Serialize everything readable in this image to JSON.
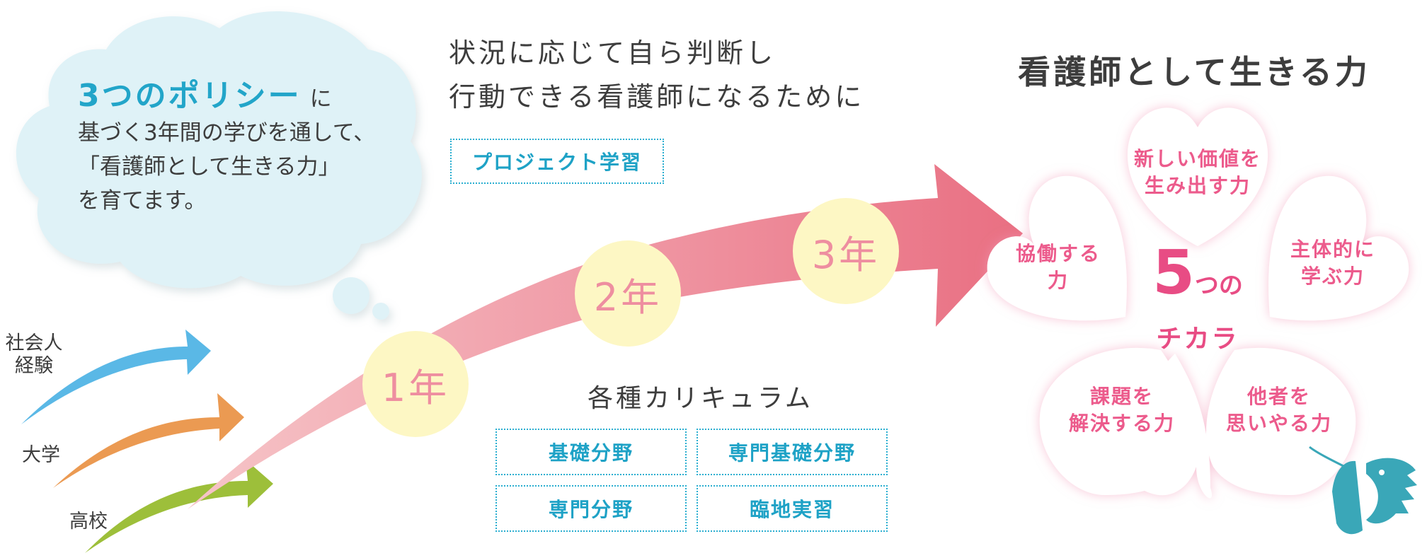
{
  "cloud": {
    "title": "3つのポリシー",
    "title_suffix": "に",
    "line1": "基づく3年間の学びを通して、",
    "line2": "「看護師として生きる力」",
    "line3": "を育てます。"
  },
  "sources": {
    "working": "社会人\n経験",
    "university": "大学",
    "highschool": "高校"
  },
  "headline": {
    "line1": "状況に応じて自ら判断し",
    "line2": "行動できる看護師になるために"
  },
  "project_label": "プロジェクト学習",
  "years": [
    "1年",
    "2年",
    "3年"
  ],
  "curriculum": {
    "title": "各種カリキュラム",
    "items": [
      "基礎分野",
      "専門基礎分野",
      "専門分野",
      "臨地実習"
    ]
  },
  "panel": {
    "title": "看護師として生きる力",
    "center_num": "5",
    "center_suffix": "つの",
    "center_line2": "チカラ",
    "petals": [
      "新しい価値を\n生み出す力",
      "協働する\n力",
      "主体的に\n学ぶ力",
      "課題を\n解決する力",
      "他者を\n思いやる力"
    ]
  },
  "colors": {
    "cloud": "#dff2f7",
    "arrow_blue": "#5ab8e6",
    "arrow_orange": "#eb9a52",
    "arrow_green": "#9dbf3a",
    "main_arrow": "#ec7485",
    "accent_blue": "#22a5c9",
    "pink_text": "#ec5b8c",
    "panel_bg": "#fbe3ea",
    "mascot": "#3aa7b8"
  }
}
